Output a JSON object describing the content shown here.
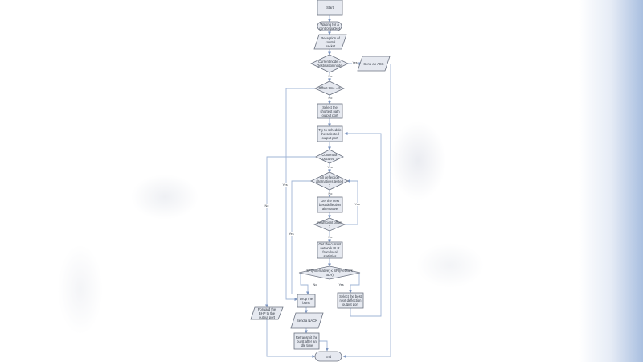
{
  "diagram": {
    "type": "flowchart",
    "colors": {
      "node_fill": "#e6e9f0",
      "node_stroke": "#6b7280",
      "edge": "#9fb4d6",
      "text": "#333a44",
      "right_edge_accent": "#a9bfe0"
    },
    "nodes": {
      "start": "Start",
      "waiting": "Waiting for a control packet",
      "reception": "Reception of control packet",
      "current_is_dest": "Current node = Destination node",
      "send_ack": "Send an ACK",
      "offset_zero": "Offset time = 0",
      "select_shortest": "Select the shortest path output port",
      "try_schedule": "Try to schedule the selected output port",
      "contention": "Contention occured ?",
      "all_deflection_tested": "All deflection alternatives tested ?",
      "next_best_deflection": "Get the next best deflection alternative",
      "insufficient_offset": "Insufficient offset ?",
      "get_network_blr": "Get the current network BLR from local statistics",
      "compare_blr": "SPI(Alternative) ≤ SPI(Network BLR)",
      "drop_burst": "Drop the burst",
      "select_next_best": "Select the best next deflection output port",
      "forward_bhp": "Forward the BHP to the output port",
      "send_nack": "Send a NACK",
      "retransmit": "Retransmit the burst after an idle time",
      "end": "End"
    },
    "edge_labels": {
      "dest_yes": "Yes",
      "dest_no": "No",
      "offset_yes": "Yes",
      "contention_yes": "Yes",
      "contention_no": "No",
      "all_tested_no": "No",
      "all_tested_yes": "Yes",
      "insufficient_yes": "Yes",
      "insufficient_no": "No",
      "compare_no": "No",
      "compare_yes": "Yes"
    }
  }
}
